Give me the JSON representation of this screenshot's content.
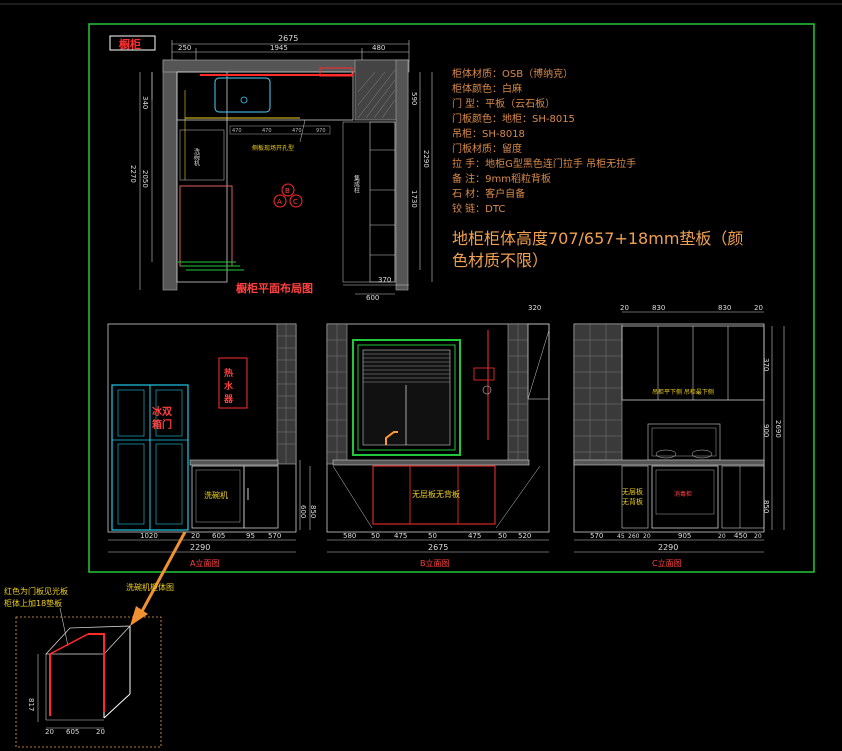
{
  "badge": "橱柜",
  "dims_top": {
    "total": "2675",
    "d1": "250",
    "d2": "1945",
    "d3": "480"
  },
  "dims_plan_left": [
    "340",
    "2270",
    "2050"
  ],
  "dims_plan_right": [
    "590",
    "2290",
    "1730"
  ],
  "dims_plan_bottom": [
    "370",
    "600"
  ],
  "plan_labels": {
    "sink_note": "侧板现场开孔型",
    "dishwasher": "洗碗机",
    "cabinet_side": "集成柱",
    "small_dims": [
      "470",
      "470",
      "470",
      "970"
    ],
    "compass": [
      "B",
      "A",
      "C"
    ],
    "title": "橱柜平面布局图"
  },
  "specs": [
    "柜体材质：OSB（博纳克）",
    "柜体颜色：白麻",
    "门    型：平板（云石板）",
    "门板颜色：地柜：SH-8015",
    "          吊柜：SH-8018",
    "门板材质：留度",
    "拉    手：地柜G型黑色连门拉手 吊柜无拉手",
    "备    注：9mm稻粒背板",
    "石    材：客户自备",
    "铰    链：DTC"
  ],
  "note": "地柜柜体高度707/657+18mm垫板（颜色材质不限）",
  "elev_a": {
    "fridge": "冰双箱门",
    "heater": "热水器",
    "dishwasher": "洗碗机",
    "dims_bottom": [
      "1020",
      "20",
      "605",
      "95",
      "570"
    ],
    "total": "2290",
    "right_dims": [
      "600",
      "850"
    ],
    "caption": "A立面图"
  },
  "elev_b": {
    "label": "无层板无背板",
    "dims_top": "320",
    "dims_bottom": [
      "580",
      "50",
      "475",
      "50",
      "475",
      "50",
      "520"
    ],
    "total": "2675",
    "caption": "B立面图"
  },
  "elev_c": {
    "top_dims": [
      "20",
      "830",
      "830",
      "20"
    ],
    "upper_label": "吊柜平下侧  吊柜最下侧",
    "left_label": "无层板无背板",
    "oven": "消毒柜",
    "right_dims": [
      "370",
      "900",
      "2690",
      "850"
    ],
    "dims_bottom": [
      "570",
      "45",
      "260",
      "20",
      "905",
      "20",
      "450",
      "20"
    ],
    "total": "2290",
    "caption": "C立面图"
  },
  "detail": {
    "title": "洗碗机柜体图",
    "note1": "红色为门板见光板",
    "note2": "柜体上加18垫板",
    "height": "817",
    "dims": [
      "20",
      "605",
      "20"
    ]
  }
}
